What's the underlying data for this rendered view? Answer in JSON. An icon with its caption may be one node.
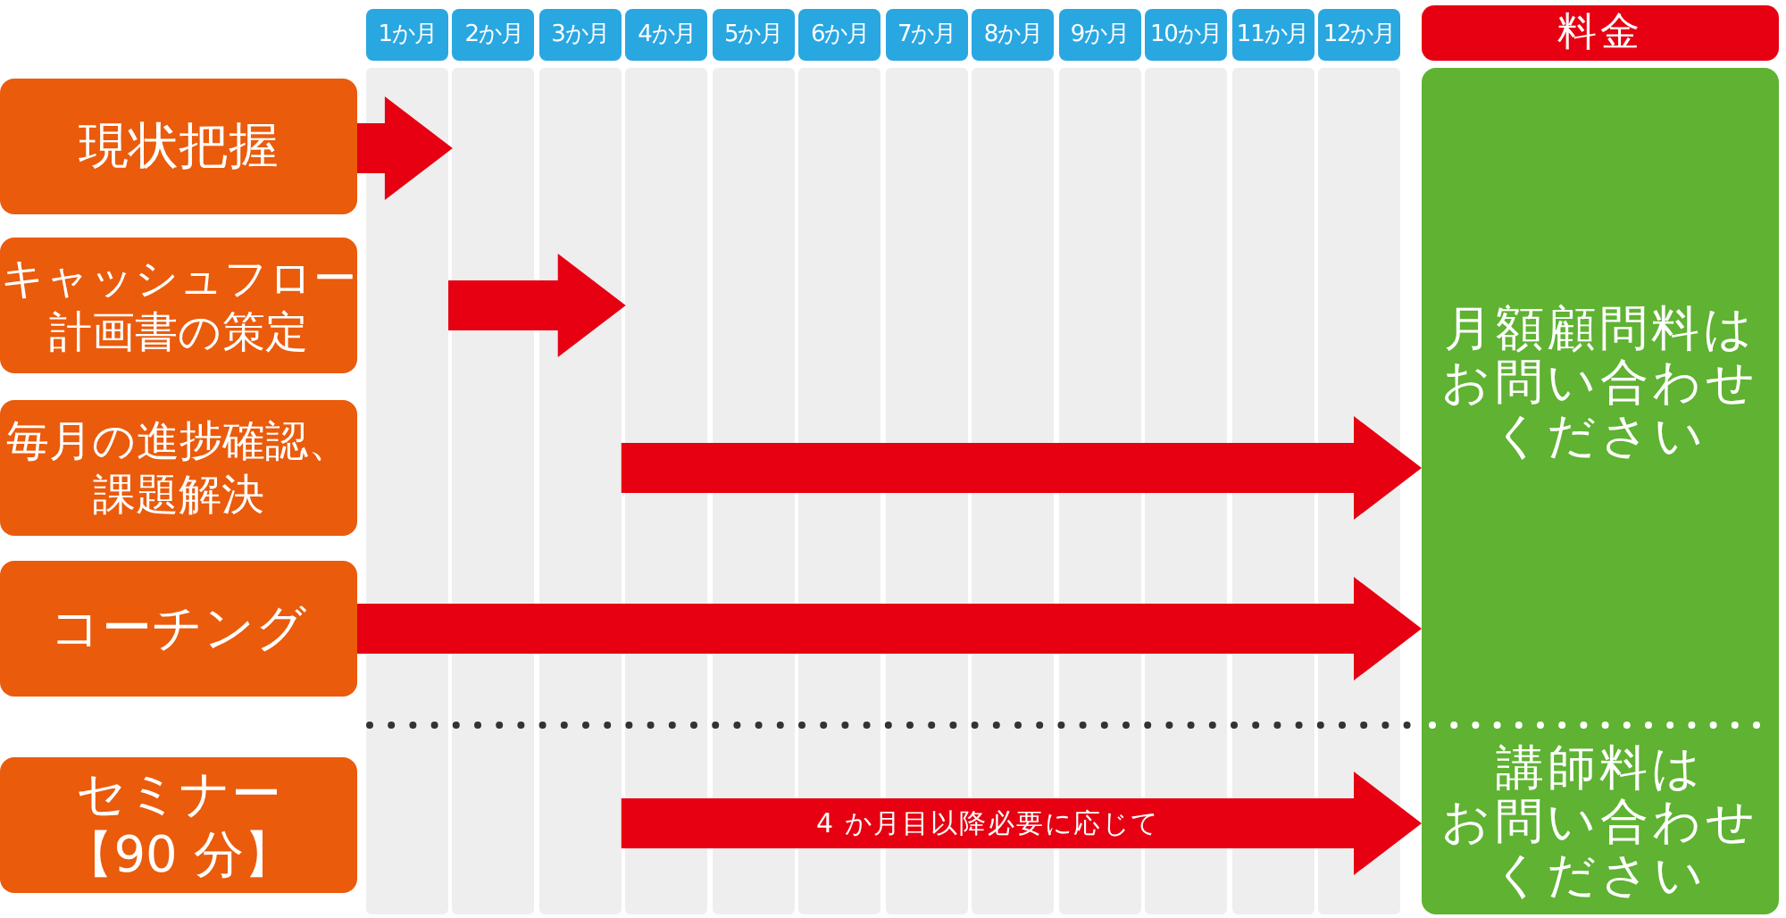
{
  "diagram": {
    "nodes": [
      {
        "text": [
          "1か月"
        ]
      },
      {
        "text": [
          "2か月"
        ]
      },
      {
        "text": [
          "3か月"
        ]
      },
      {
        "text": [
          "4か月"
        ]
      },
      {
        "text": [
          "5か月"
        ]
      },
      {
        "text": [
          "6か月"
        ]
      },
      {
        "text": [
          "7か月"
        ]
      },
      {
        "text": [
          "8か月"
        ]
      },
      {
        "text": [
          "9か月"
        ]
      },
      {
        "text": [
          "10か月"
        ]
      },
      {
        "text": [
          "11か月"
        ]
      },
      {
        "text": [
          "12か月"
        ]
      },
      {
        "text": [
          "料金"
        ]
      },
      {
        "text": [
          "現状把握"
        ]
      },
      {
        "text": [
          "キャッシュフロー計画書の策定"
        ]
      },
      {
        "text": [
          "毎月の進捗確認、課題解決"
        ]
      },
      {
        "text": [
          "コーチング"
        ]
      },
      {
        "text": [
          "セミナー【90 分】"
        ]
      },
      {
        "text": [
          "月額顧問料はお問い合わせください",
          "講師料はお問い合わせください"
        ]
      }
    ],
    "edges": [
      {
        "from": 13,
        "to": 1,
        "arrow": "to"
      },
      {
        "from": 0,
        "to": 3,
        "arrow": "to"
      },
      {
        "from": 2,
        "to": 18,
        "arrow": "to"
      },
      {
        "from": 16,
        "to": 18,
        "arrow": "to"
      },
      {
        "from": 2,
        "to": 18,
        "arrow": "to",
        "label": "4 か月目以降必要に応じて"
      }
    ]
  }
}
